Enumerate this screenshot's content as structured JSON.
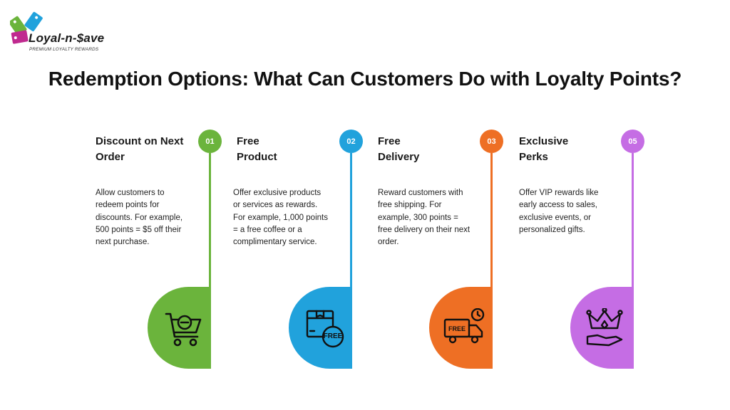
{
  "brand": {
    "name": "Loyal-n-$ave",
    "tagline": "PREMIUM LOYALTY REWARDS"
  },
  "title": "Redemption Options: What Can Customers Do with Loyalty Points?",
  "colors": {
    "green": "#6bb43c",
    "blue": "#21a2dc",
    "orange": "#ee6f24",
    "purple": "#c56de4"
  },
  "options": [
    {
      "step": "01",
      "title_line1": "Discount on Next",
      "title_line2": "Order",
      "desc": [
        "Allow customers to",
        "redeem points for",
        "discounts. For example,",
        "500 points = $5 off their",
        "next purchase."
      ],
      "icon": "discount-cart-icon"
    },
    {
      "step": "02",
      "title_line1": "Free",
      "title_line2": "Product",
      "desc": [
        "Offer exclusive products",
        "or services as rewards.",
        "For example, 1,000 points",
        "= a free coffee or a",
        "complimentary service."
      ],
      "icon": "free-product-box-icon",
      "icon_text": "FREE"
    },
    {
      "step": "03",
      "title_line1": "Free",
      "title_line2": "Delivery",
      "desc": [
        "Reward customers with",
        "free shipping. For",
        "example, 300 points =",
        "free delivery on their next",
        "order."
      ],
      "icon": "free-delivery-truck-icon",
      "icon_text": "FREE"
    },
    {
      "step": "05",
      "title_line1": "Exclusive",
      "title_line2": "Perks",
      "desc": [
        "Offer VIP rewards like",
        "early access to sales,",
        "exclusive events, or",
        "personalized gifts."
      ],
      "icon": "crown-hand-icon"
    }
  ]
}
